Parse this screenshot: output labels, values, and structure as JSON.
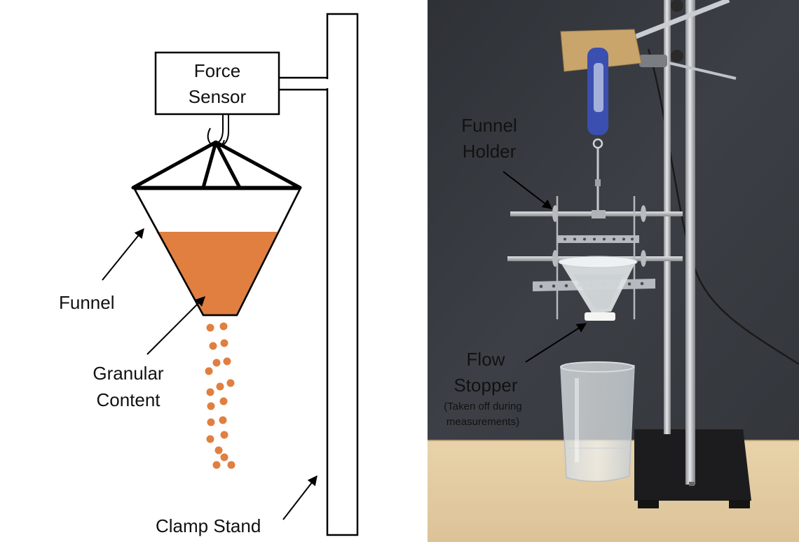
{
  "diagram": {
    "sensor_line1": "Force",
    "sensor_line2": "Sensor",
    "funnel": "Funnel",
    "granular_line1": "Granular",
    "granular_line2": "Content",
    "clamp_stand": "Clamp Stand",
    "colors": {
      "granular": "#e07f40",
      "stroke": "#000000"
    }
  },
  "photo": {
    "funnel_holder_line1": "Funnel",
    "funnel_holder_line2": "Holder",
    "flow_stopper_line1": "Flow",
    "flow_stopper_line2": "Stopper",
    "note_line1": "(Taken off during",
    "note_line2": "measurements)",
    "colors": {
      "wall": "#3a3d42",
      "table": "#e7cfa4",
      "sensor": "#3b4fb0"
    }
  }
}
